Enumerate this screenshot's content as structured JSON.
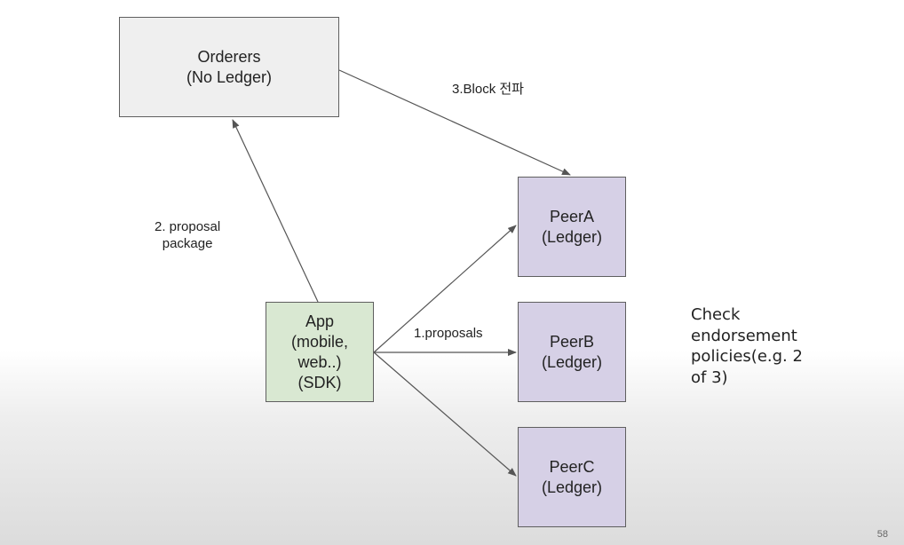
{
  "nodes": {
    "orderers": {
      "title": "Orderers",
      "subtitle": "(No Ledger)"
    },
    "peer_a": {
      "title": "PeerA",
      "subtitle": "(Ledger)"
    },
    "peer_b": {
      "title": "PeerB",
      "subtitle": "(Ledger)"
    },
    "peer_c": {
      "title": "PeerC",
      "subtitle": "(Ledger)"
    },
    "app": {
      "lines": [
        "App",
        "(mobile,",
        "web..)",
        "(SDK)"
      ]
    }
  },
  "edges": {
    "block_label": "3.Block 전파",
    "proposal_package_label": [
      "2. proposal",
      "package"
    ],
    "proposals_label": "1.proposals"
  },
  "note": {
    "lines": [
      "Check",
      "endorsement",
      "policies(e.g. 2",
      "of 3)"
    ]
  },
  "slide": {
    "page_number": "58"
  },
  "colors": {
    "orderers_fill": "#efefef",
    "peer_fill": "#d6d0e6",
    "app_fill": "#d9e8d2",
    "arrow": "#555555"
  }
}
